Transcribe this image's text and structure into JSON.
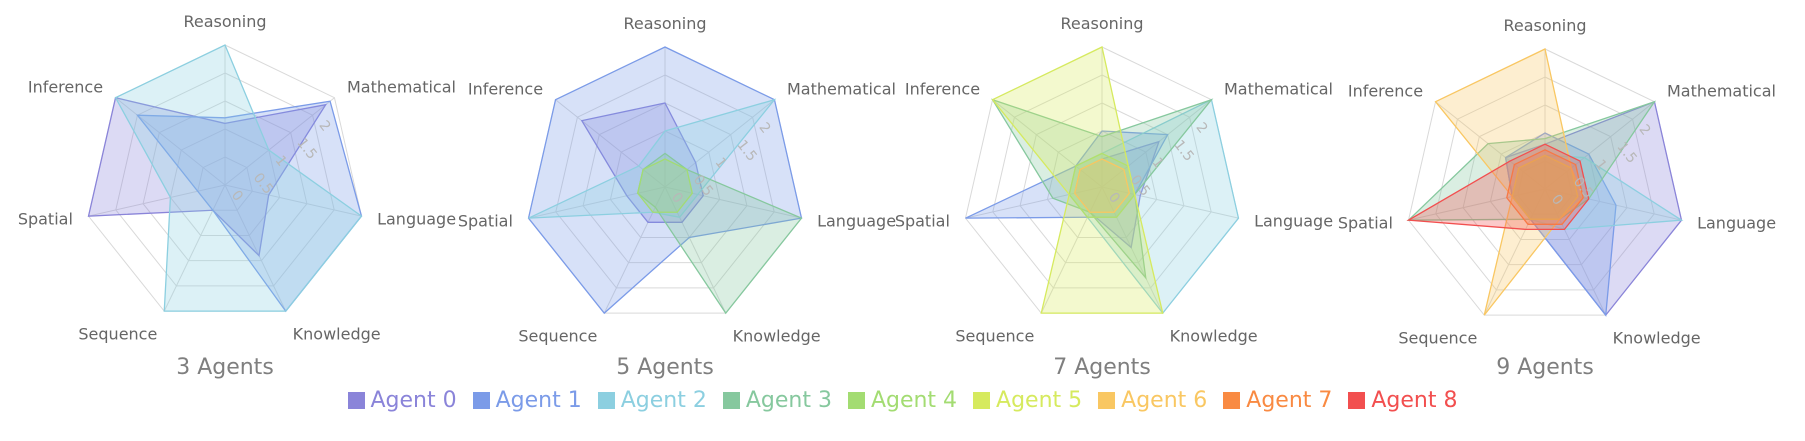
{
  "chart_data": [
    {
      "type": "radar",
      "title": "3 Agents",
      "axes": [
        "Reasoning",
        "Mathematical",
        "Language",
        "Knowledge",
        "Sequence",
        "Spatial",
        "Inference"
      ],
      "rlim": [
        0,
        2.5
      ],
      "ticks": [
        "0",
        "0.5",
        "1",
        "1.5",
        "2"
      ],
      "series": [
        {
          "name": "Agent 0",
          "values": [
            1.1,
            2.3,
            0.8,
            1.4,
            0.5,
            2.5,
            2.5
          ]
        },
        {
          "name": "Agent 1",
          "values": [
            1.2,
            2.4,
            2.5,
            2.5,
            0.5,
            0.5,
            2.0
          ]
        },
        {
          "name": "Agent 2",
          "values": [
            2.5,
            1.0,
            2.5,
            2.5,
            2.5,
            1.0,
            2.5
          ]
        }
      ]
    },
    {
      "type": "radar",
      "title": "5 Agents",
      "axes": [
        "Reasoning",
        "Mathematical",
        "Language",
        "Knowledge",
        "Sequence",
        "Spatial",
        "Inference"
      ],
      "rlim": [
        0,
        2.5
      ],
      "ticks": [
        "0",
        "0.5",
        "1",
        "1.5",
        "2"
      ],
      "series": [
        {
          "name": "Agent 0",
          "values": [
            1.5,
            0.7,
            0.7,
            0.7,
            0.7,
            0.7,
            1.9
          ]
        },
        {
          "name": "Agent 1",
          "values": [
            2.5,
            2.5,
            2.5,
            1.0,
            2.5,
            2.5,
            2.5
          ]
        },
        {
          "name": "Agent 2",
          "values": [
            1.0,
            2.5,
            0.6,
            0.6,
            0.5,
            2.5,
            0.6
          ]
        },
        {
          "name": "Agent 3",
          "values": [
            0.6,
            0.5,
            2.5,
            2.5,
            0.4,
            0.5,
            0.5
          ]
        },
        {
          "name": "Agent 4",
          "values": [
            0.5,
            0.5,
            0.5,
            0.5,
            0.5,
            0.5,
            0.5
          ]
        }
      ]
    },
    {
      "type": "radar",
      "title": "7 Agents",
      "axes": [
        "Reasoning",
        "Mathematical",
        "Language",
        "Knowledge",
        "Sequence",
        "Spatial",
        "Inference"
      ],
      "rlim": [
        0,
        2.5
      ],
      "ticks": [
        "0",
        "0.5",
        "1",
        "1.5",
        "2"
      ],
      "series": [
        {
          "name": "Agent 0",
          "values": [
            0.5,
            1.3,
            0.7,
            1.2,
            0.5,
            0.5,
            0.5
          ]
        },
        {
          "name": "Agent 1",
          "values": [
            1.0,
            1.5,
            0.6,
            0.6,
            0.6,
            2.5,
            0.6
          ]
        },
        {
          "name": "Agent 2",
          "values": [
            0.6,
            2.5,
            2.5,
            2.5,
            0.6,
            0.6,
            0.6
          ]
        },
        {
          "name": "Agent 3",
          "values": [
            0.9,
            2.5,
            0.6,
            1.8,
            0.5,
            0.9,
            2.5
          ]
        },
        {
          "name": "Agent 4",
          "values": [
            0.6,
            0.6,
            0.6,
            0.6,
            0.6,
            0.6,
            0.6
          ]
        },
        {
          "name": "Agent 5",
          "values": [
            2.5,
            0.6,
            0.6,
            2.5,
            2.5,
            0.6,
            2.5
          ]
        },
        {
          "name": "Agent 6",
          "values": [
            0.5,
            0.5,
            0.5,
            0.5,
            0.5,
            0.5,
            0.5
          ]
        }
      ]
    },
    {
      "type": "radar",
      "title": "9 Agents",
      "axes": [
        "Reasoning",
        "Mathematical",
        "Language",
        "Knowledge",
        "Sequence",
        "Spatial",
        "Inference"
      ],
      "rlim": [
        0,
        2.5
      ],
      "ticks": [
        "0",
        "0.5",
        "1",
        "1.5",
        "2"
      ],
      "series": [
        {
          "name": "Agent 0",
          "values": [
            0.8,
            2.5,
            2.5,
            2.5,
            0.6,
            0.6,
            0.9
          ]
        },
        {
          "name": "Agent 1",
          "values": [
            1.0,
            1.0,
            1.3,
            2.5,
            0.6,
            0.6,
            0.9
          ]
        },
        {
          "name": "Agent 2",
          "values": [
            0.6,
            0.9,
            2.5,
            0.8,
            0.6,
            0.6,
            0.6
          ]
        },
        {
          "name": "Agent 3",
          "values": [
            0.9,
            2.5,
            0.8,
            0.6,
            0.6,
            2.5,
            1.3
          ]
        },
        {
          "name": "Agent 4",
          "values": [
            0.6,
            0.6,
            0.6,
            0.6,
            0.6,
            0.6,
            0.6
          ]
        },
        {
          "name": "Agent 5",
          "values": [
            0.6,
            0.6,
            0.6,
            0.6,
            0.6,
            0.6,
            0.6
          ]
        },
        {
          "name": "Agent 6",
          "values": [
            2.5,
            0.6,
            0.7,
            0.6,
            2.5,
            0.6,
            2.5
          ]
        },
        {
          "name": "Agent 7",
          "values": [
            0.7,
            0.7,
            0.7,
            0.7,
            0.7,
            0.7,
            0.7
          ]
        },
        {
          "name": "Agent 8",
          "values": [
            0.8,
            0.8,
            0.8,
            0.8,
            0.8,
            2.5,
            0.8
          ]
        }
      ]
    }
  ],
  "legend": [
    {
      "name": "Agent 0",
      "color": "#8a84d9"
    },
    {
      "name": "Agent 1",
      "color": "#7b9be8"
    },
    {
      "name": "Agent 2",
      "color": "#8ccfe0"
    },
    {
      "name": "Agent 3",
      "color": "#86c89e"
    },
    {
      "name": "Agent 4",
      "color": "#a3dc72"
    },
    {
      "name": "Agent 5",
      "color": "#d6ea5e"
    },
    {
      "name": "Agent 6",
      "color": "#f9c762"
    },
    {
      "name": "Agent 7",
      "color": "#f98a42"
    },
    {
      "name": "Agent 8",
      "color": "#f24f4f"
    }
  ]
}
